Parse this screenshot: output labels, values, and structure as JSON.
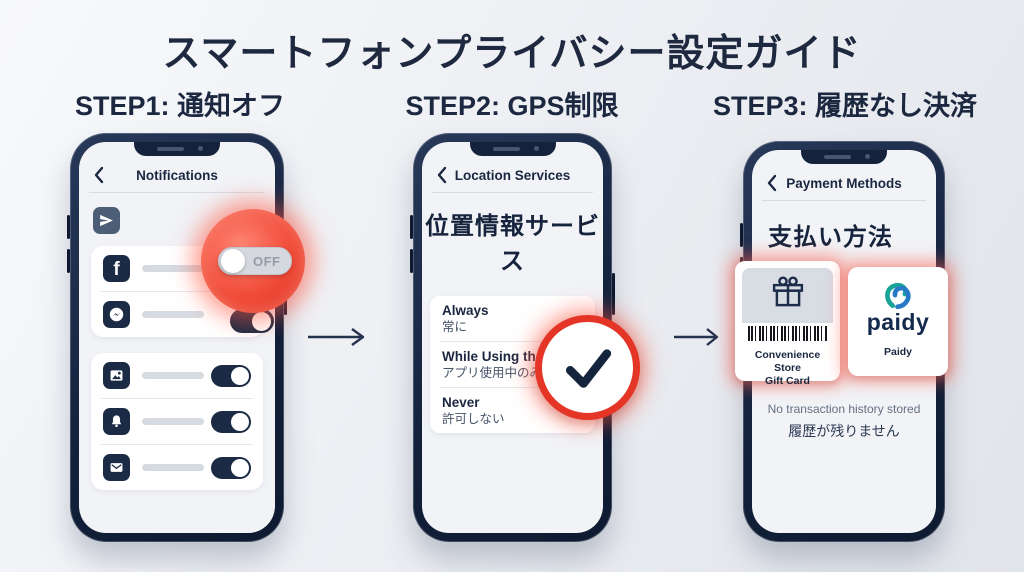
{
  "title": "スマートフォンプライバシー設定ガイド",
  "steps": [
    {
      "label": "STEP1: 通知オフ"
    },
    {
      "label": "STEP2: GPS制限"
    },
    {
      "label": "STEP3: 履歴なし決済"
    }
  ],
  "phones": {
    "notifications": {
      "header": "Notifications",
      "off_label": "OFF"
    },
    "location": {
      "header": "Location Services",
      "heading": "位置情報サービス",
      "options": [
        {
          "en": "Always",
          "ja": "常に"
        },
        {
          "en": "While Using the App",
          "ja": "アプリ使用中のみ"
        },
        {
          "en": "Never",
          "ja": "許可しない"
        }
      ]
    },
    "payment": {
      "header": "Payment Methods",
      "heading": "支払い方法",
      "cards": [
        {
          "label_line1": "Convenience Store",
          "label_line2": "Gift Card"
        },
        {
          "brand": "paidy",
          "label": "Paidy"
        }
      ],
      "note_en": "No transaction history stored",
      "note_ja": "履歴が残りません"
    }
  },
  "icons": {
    "facebook_glyph": "f",
    "names": [
      "back-icon",
      "send-icon",
      "facebook-icon",
      "messenger-icon",
      "photo-icon",
      "bell-icon",
      "mail-icon",
      "gift-icon",
      "barcode",
      "paidy-logo-icon",
      "check-icon",
      "arrow-right-icon"
    ]
  },
  "colors": {
    "accent_red": "#e43527",
    "navy": "#16233c",
    "paidy_teal": "#1aa398",
    "paidy_blue": "#2878c8"
  }
}
